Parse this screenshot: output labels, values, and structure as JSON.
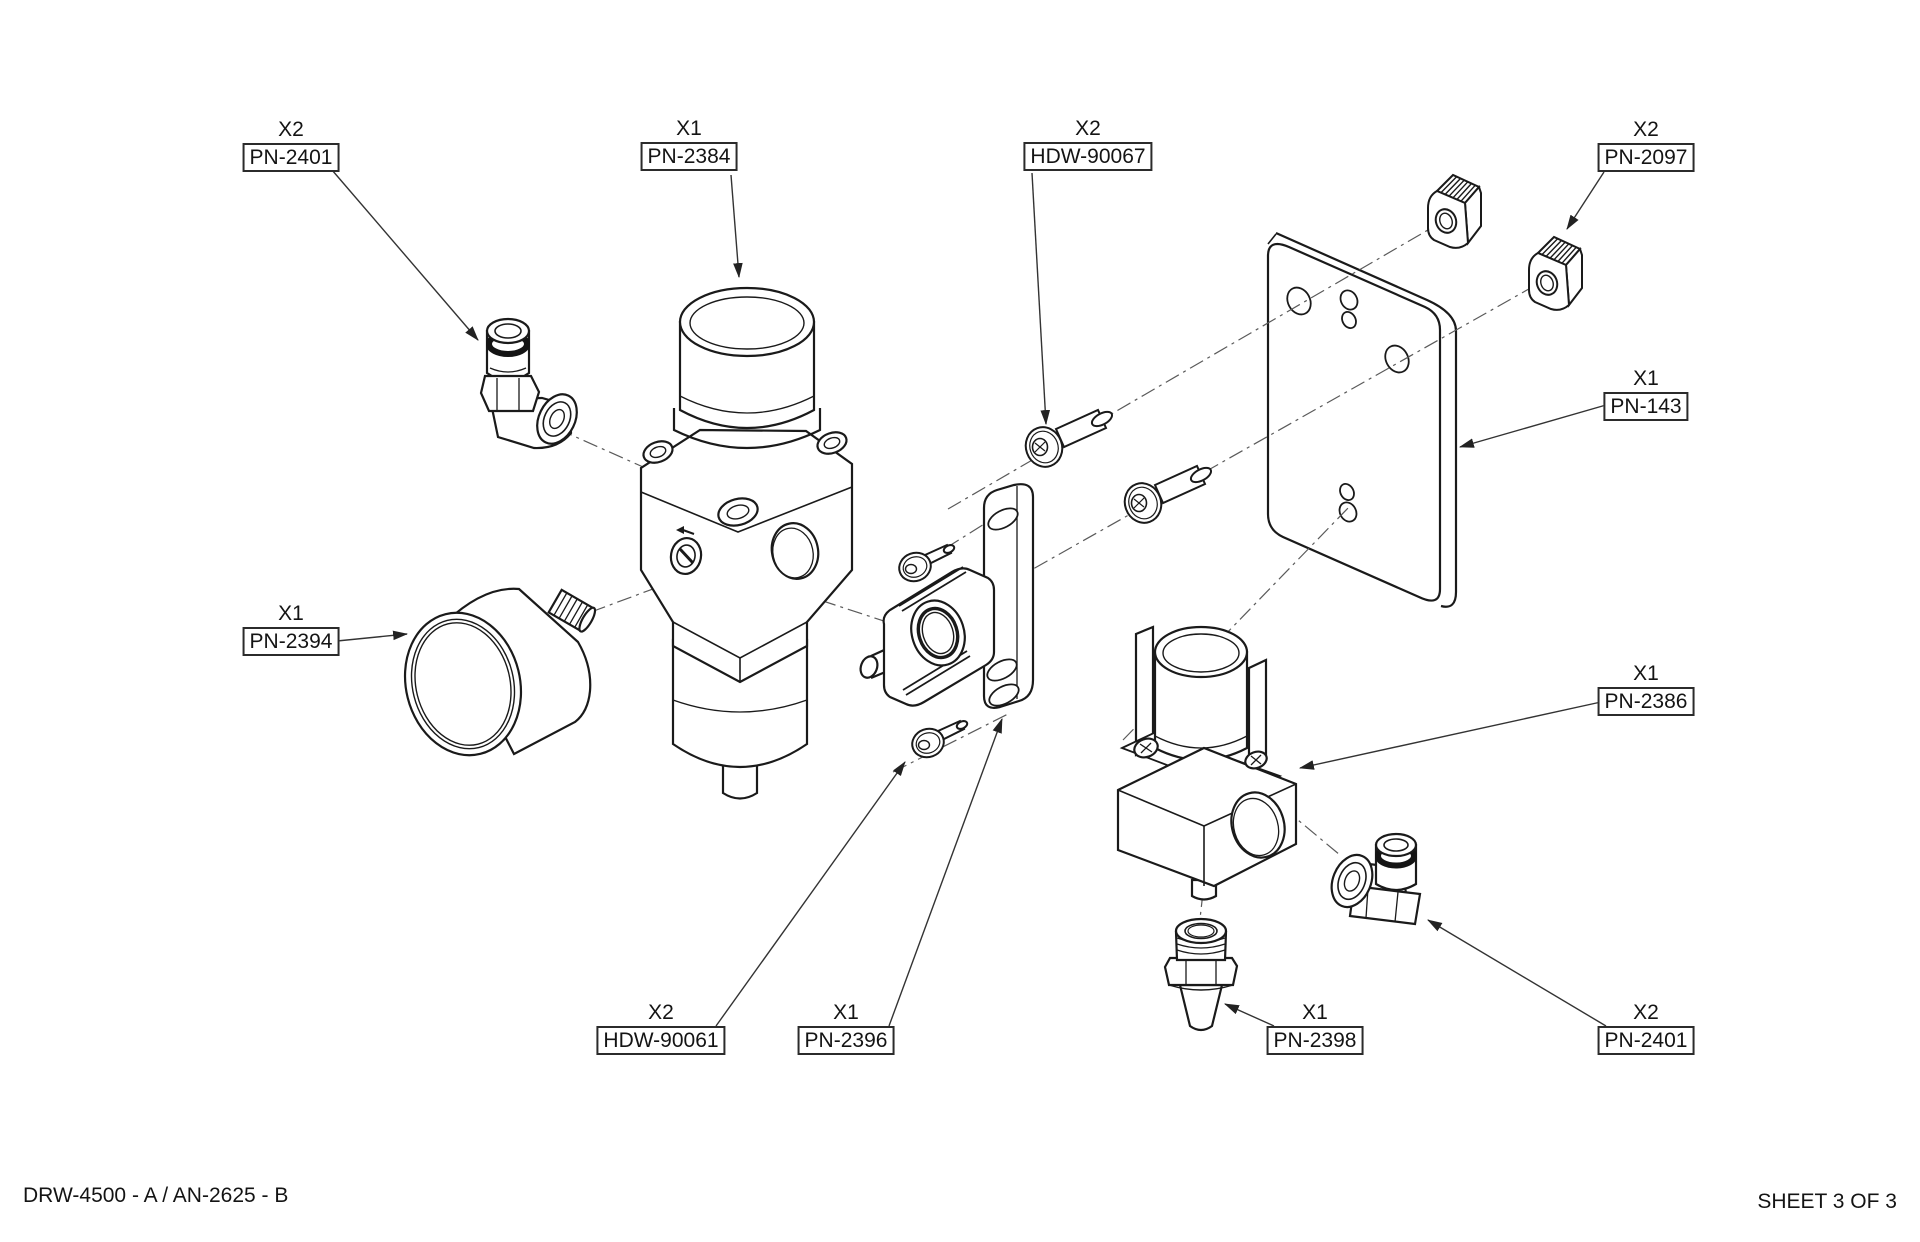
{
  "sheet": {
    "footer_left": "DRW-4500 - A / AN-2625 - B",
    "footer_right": "SHEET 3 OF 3",
    "background_color": "#ffffff",
    "line_color": "#1a1a1a",
    "centerline_color": "#5a5a5a"
  },
  "callouts": [
    {
      "qty": "X2",
      "part_number": "PN-2401",
      "target": "elbow-fitting-top"
    },
    {
      "qty": "X1",
      "part_number": "PN-2384",
      "target": "filter-regulator"
    },
    {
      "qty": "X2",
      "part_number": "HDW-90067",
      "target": "button-head-screws"
    },
    {
      "qty": "X2",
      "part_number": "PN-2097",
      "target": "t-slot-nuts"
    },
    {
      "qty": "X1",
      "part_number": "PN-143",
      "target": "mounting-plate"
    },
    {
      "qty": "X1",
      "part_number": "PN-2394",
      "target": "pressure-gauge"
    },
    {
      "qty": "X1",
      "part_number": "PN-2386",
      "target": "regulator"
    },
    {
      "qty": "X2",
      "part_number": "HDW-90061",
      "target": "clamp-screws"
    },
    {
      "qty": "X1",
      "part_number": "PN-2396",
      "target": "mounting-bracket"
    },
    {
      "qty": "X1",
      "part_number": "PN-2398",
      "target": "pipe-plug"
    },
    {
      "qty": "X2",
      "part_number": "PN-2401",
      "target": "elbow-fitting-bottom"
    }
  ]
}
